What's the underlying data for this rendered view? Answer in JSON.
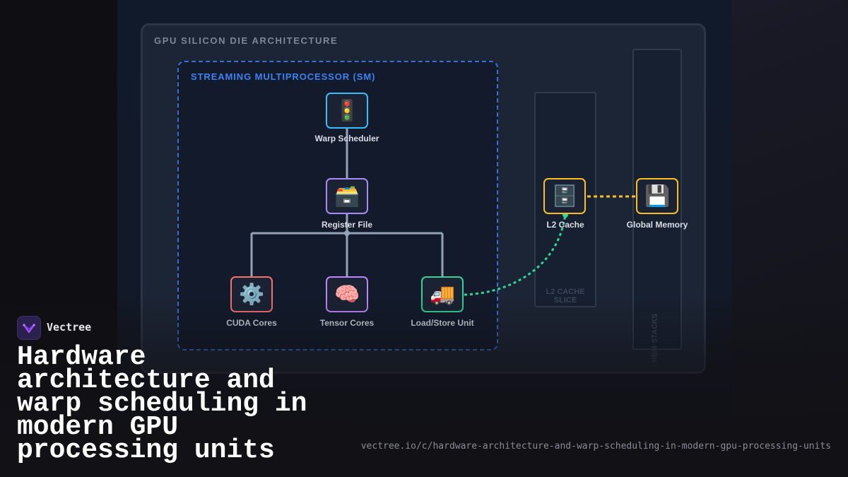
{
  "diagram": {
    "die_title": "GPU SILICON DIE ARCHITECTURE",
    "sm_title": "STREAMING MULTIPROCESSOR (SM)",
    "l2_slice_label": "L2 CACHE SLICE",
    "hbm_label": "HBM STACKS",
    "nodes": {
      "warp_scheduler": {
        "label": "Warp Scheduler",
        "icon": "traffic-light-icon",
        "glyph": "🚦",
        "color": "#38bdf8"
      },
      "register_file": {
        "label": "Register File",
        "icon": "card-file-box-icon",
        "glyph": "🗃️",
        "color": "#a78bfa"
      },
      "cuda_cores": {
        "label": "CUDA Cores",
        "icon": "gear-icon",
        "glyph": "⚙️",
        "color": "#f87171"
      },
      "tensor_cores": {
        "label": "Tensor Cores",
        "icon": "brain-icon",
        "glyph": "🧠",
        "color": "#c084fc"
      },
      "load_store": {
        "label": "Load/Store Unit",
        "icon": "delivery-truck-icon",
        "glyph": "🚚",
        "color": "#34d399"
      },
      "l2_cache": {
        "label": "L2 Cache",
        "icon": "file-cabinet-icon",
        "glyph": "🗄️",
        "color": "#fbbf24"
      },
      "global_memory": {
        "label": "Global Memory",
        "icon": "floppy-disk-icon",
        "glyph": "💾",
        "color": "#fbbf24"
      }
    },
    "colors": {
      "sm_border": "#3b6fd4",
      "wire": "#94a3b8",
      "loadstore_link": "#34d399",
      "memory_link": "#fbbf24"
    }
  },
  "brand": {
    "name": "Vectree"
  },
  "headline": "Hardware architecture and warp scheduling in modern GPU processing units",
  "url": "vectree.io/c/hardware-architecture-and-warp-scheduling-in-modern-gpu-processing-units"
}
